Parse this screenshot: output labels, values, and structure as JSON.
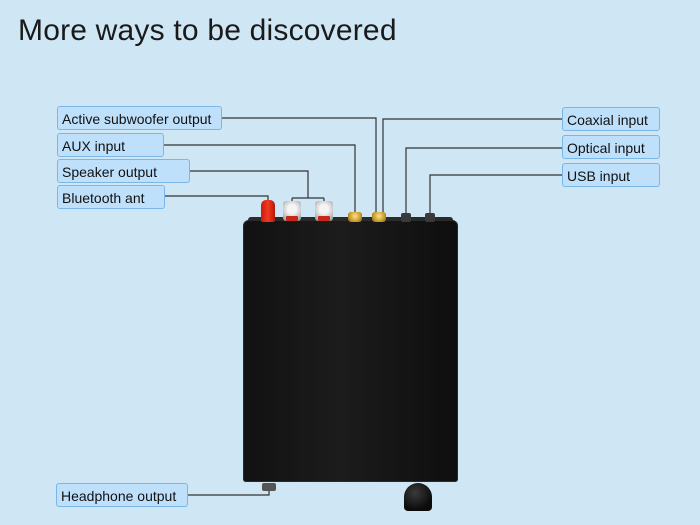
{
  "title": "More ways to be discovered",
  "left_labels": {
    "subwoofer": "Active subwoofer output",
    "aux": "AUX input",
    "speaker": "Speaker output",
    "bluetooth": "Bluetooth ant"
  },
  "right_labels": {
    "coaxial": "Coaxial input",
    "optical": "Optical input",
    "usb": "USB input"
  },
  "bottom_labels": {
    "headphone": "Headphone output"
  },
  "colors": {
    "background": "#cfe6f4",
    "label_fill": "#bfe0fb",
    "label_border": "#7ab6e6",
    "device": "#111111",
    "leader_line": "#333333"
  }
}
